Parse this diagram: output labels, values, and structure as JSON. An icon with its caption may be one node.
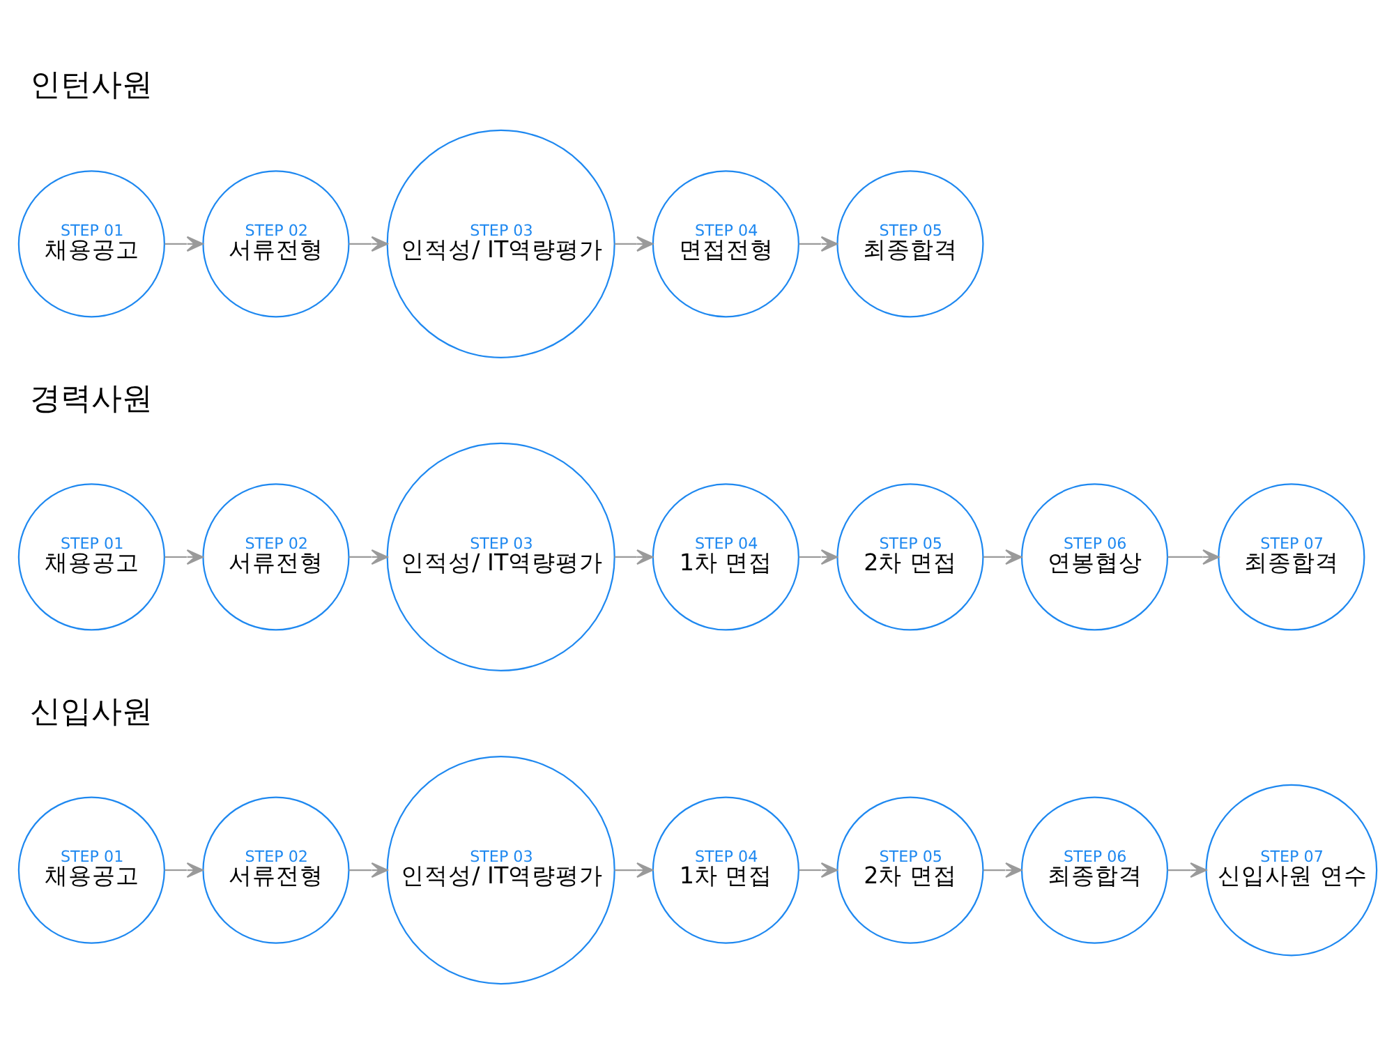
{
  "diagram": {
    "nodes": [
      {
        "text": [
          "STEP 01",
          "채용공고"
        ]
      },
      {
        "text": [
          "STEP 02",
          "서류전형"
        ]
      },
      {
        "text": [
          "STEP 03",
          "인적성/ IT역량평가"
        ]
      },
      {
        "text": [
          "STEP 04",
          "1차 면접"
        ]
      },
      {
        "text": [
          "STEP 05",
          "2차 면접"
        ]
      },
      {
        "text": [
          "STEP 06",
          "최종합격"
        ]
      },
      {
        "text": [
          "STEP 07",
          "신입사원 연수"
        ]
      },
      {
        "text": [
          "STEP 01",
          "채용공고"
        ]
      },
      {
        "text": [
          "STEP 02",
          "서류전형"
        ]
      },
      {
        "text": [
          "STEP 03",
          "인적성/ IT역량평가"
        ]
      },
      {
        "text": [
          "STEP 04",
          "1차 면접"
        ]
      },
      {
        "text": [
          "STEP 05",
          "2차 면접"
        ]
      },
      {
        "text": [
          "STEP 06",
          "연봉협상"
        ]
      },
      {
        "text": [
          "STEP 07",
          "최종합격"
        ]
      },
      {
        "text": [
          "STEP 01",
          "채용공고"
        ]
      },
      {
        "text": [
          "STEP 02",
          "서류전형"
        ]
      },
      {
        "text": [
          "STEP 03",
          "인적성/ IT역량평가"
        ]
      },
      {
        "text": [
          "STEP 04",
          "면접전형"
        ]
      },
      {
        "text": [
          "STEP 05",
          "최종합격"
        ]
      }
    ],
    "edges": [
      {
        "from": 0,
        "to": 1,
        "arrow": "to"
      },
      {
        "from": 1,
        "to": 2,
        "arrow": "to"
      },
      {
        "from": 2,
        "to": 3,
        "arrow": "to"
      },
      {
        "from": 3,
        "to": 4,
        "arrow": "to"
      },
      {
        "from": 4,
        "to": 5,
        "arrow": "to"
      },
      {
        "from": 5,
        "to": 6,
        "arrow": "to"
      },
      {
        "from": 7,
        "to": 8,
        "arrow": "to"
      },
      {
        "from": 8,
        "to": 9,
        "arrow": "to"
      },
      {
        "from": 9,
        "to": 10,
        "arrow": "to"
      },
      {
        "from": 10,
        "to": 11,
        "arrow": "to"
      },
      {
        "from": 11,
        "to": 12,
        "arrow": "to"
      },
      {
        "from": 12,
        "to": 13,
        "arrow": "to"
      },
      {
        "from": 14,
        "to": 15,
        "arrow": "to"
      },
      {
        "from": 15,
        "to": 16,
        "arrow": "to"
      },
      {
        "from": 16,
        "to": 17,
        "arrow": "to"
      },
      {
        "from": 17,
        "to": 18,
        "arrow": "to"
      }
    ],
    "labels": [
      "신입사원",
      "경력사원",
      "인턴사원"
    ]
  }
}
